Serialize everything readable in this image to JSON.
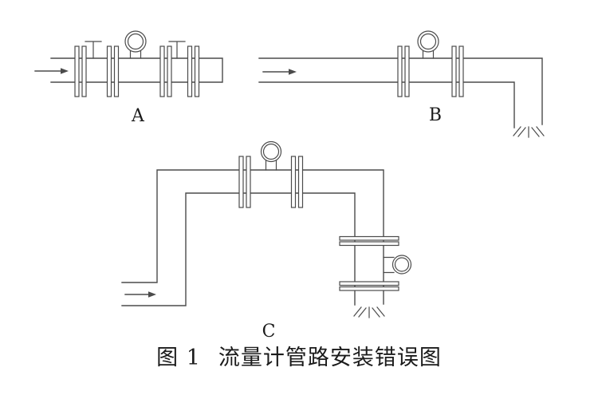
{
  "colors": {
    "line": "#4b4b4b",
    "text": "#1b1b1b",
    "background": "#ffffff"
  },
  "figure": {
    "number": "图 1",
    "title": "流量计管路安装错误图",
    "subfigures": [
      {
        "label": "A"
      },
      {
        "label": "B"
      },
      {
        "label": "C"
      }
    ]
  },
  "icons": {
    "flow-arrow-icon": "filled right-pointing arrow (flow direction)",
    "flowmeter-gauge-icon": "double-circle dial on pipe stubs",
    "flange-icon": "pair of white bars across pipe",
    "valve-tap-icon": "T-shaped stem on pipe top",
    "open-drain-icon": "open outlet with hatch strokes"
  }
}
